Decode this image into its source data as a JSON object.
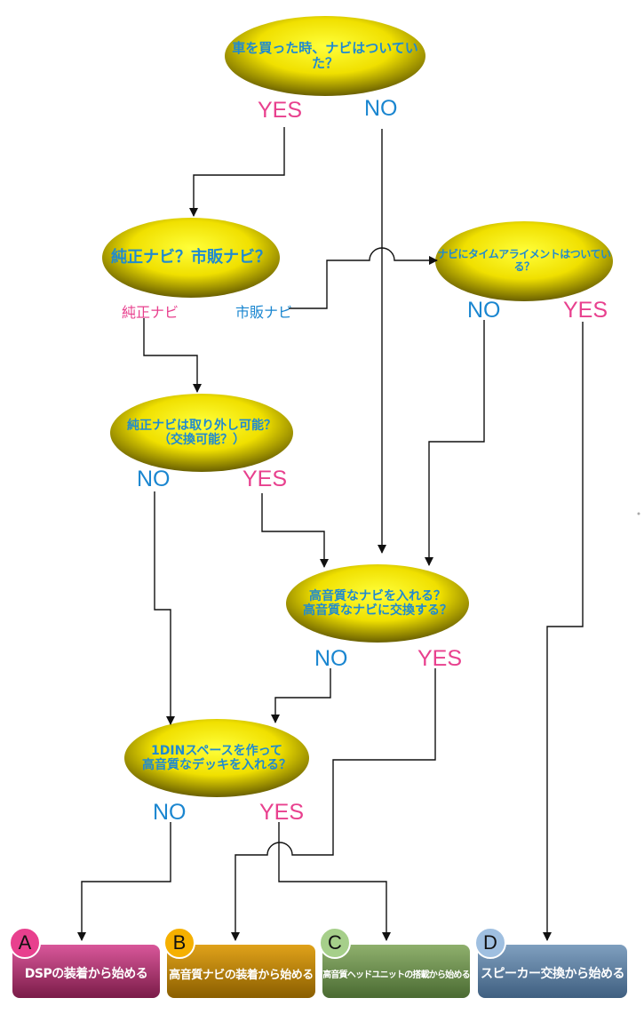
{
  "questions": {
    "q1": "車を買った時、ナビはついていた？",
    "q2": "純正ナビ？市販ナビ？",
    "q3": "ナビにタイムアライメントはついている？",
    "q4": "純正ナビは取り外し可能？\n（交換可能？）",
    "q5": "高音質なナビを入れる？\n高音質なナビに交換する？",
    "q6": "1DINスペースを作って\n高音質なデッキを入れる？"
  },
  "labels": {
    "q1_yes": "YES",
    "q1_no": "NO",
    "q2_genuine": "純正ナビ",
    "q2_aftermarket": "市販ナビ",
    "q3_no": "NO",
    "q3_yes": "YES",
    "q4_no": "NO",
    "q4_yes": "YES",
    "q5_no": "NO",
    "q5_yes": "YES",
    "q6_no": "NO",
    "q6_yes": "YES"
  },
  "results": [
    {
      "letter": "A",
      "text": "DSPの装着から始める",
      "color": "#b8326e",
      "badge": "#e8408e"
    },
    {
      "letter": "B",
      "text": "高音質ナビの装着から始める",
      "color": "#c48a08",
      "badge": "#f5b000"
    },
    {
      "letter": "C",
      "text": "高音質ヘッドユニットの搭載から始める",
      "color": "#6b8f4a",
      "badge": "#a6cf8a"
    },
    {
      "letter": "D",
      "text": "スピーカー交換から始める",
      "color": "#56789a",
      "badge": "#9fbfe0"
    }
  ]
}
